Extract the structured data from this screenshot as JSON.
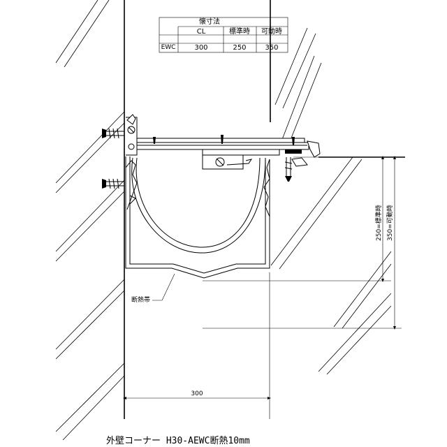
{
  "table": {
    "title": "懐寸法",
    "headers": [
      "CL",
      "標準時",
      "可動時"
    ],
    "row_label": "EWC",
    "values": [
      "300",
      "250",
      "350"
    ]
  },
  "labels": {
    "insulation": "断熱帯",
    "dim_standard": "250=標準時",
    "dim_movable": "350=可動時",
    "dim_bottom": "300"
  },
  "caption": "外壁コーナー H30-AEWC断熱10mm"
}
